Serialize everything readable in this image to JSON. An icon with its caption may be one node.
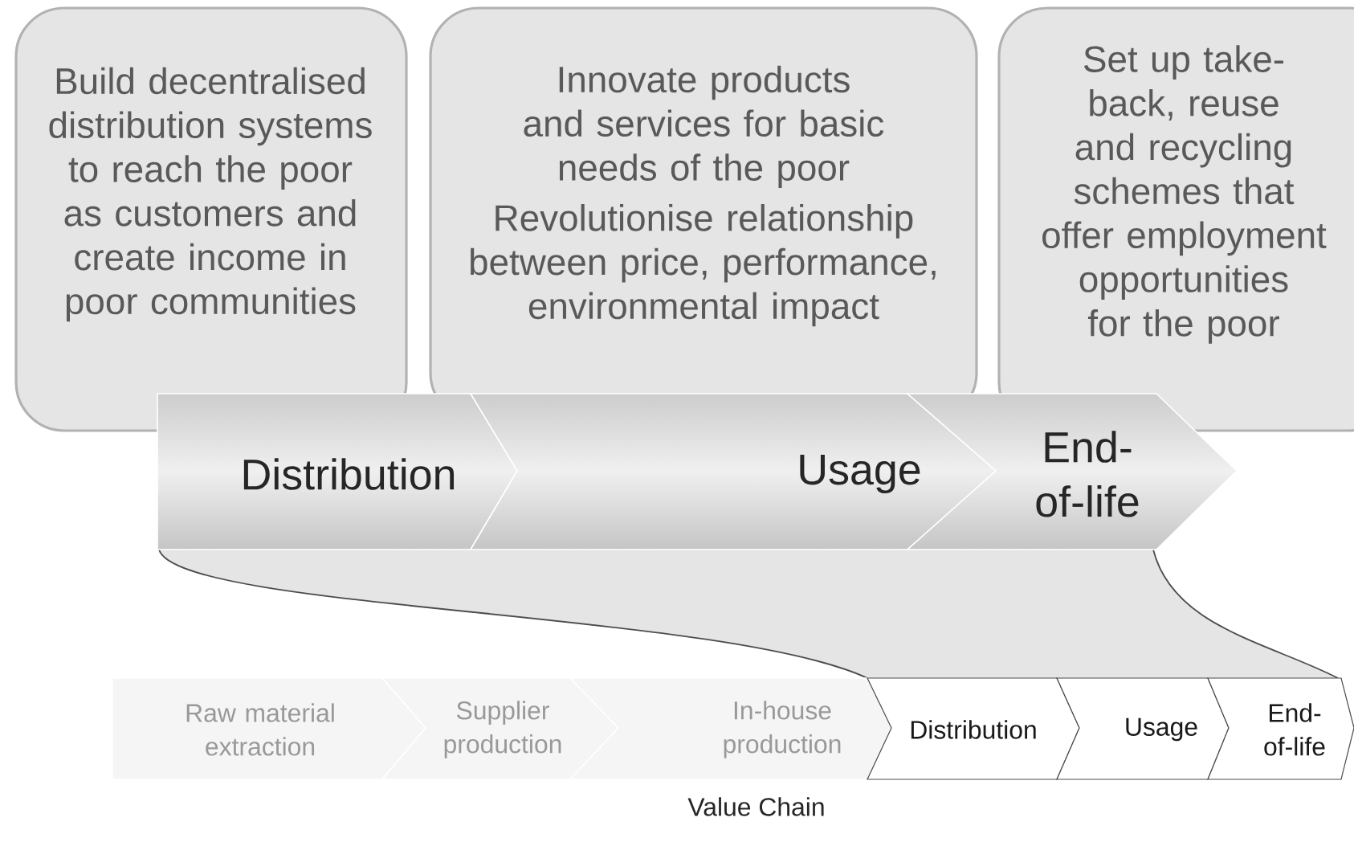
{
  "diagram": {
    "nodes": [
      {
        "text": [
          "Build decentralised distribution systems to reach the poor as customers and create income in poor communities"
        ]
      },
      {
        "text": [
          "Innovate products and services for basic needs of the poor",
          "Revolutionise relationship between price, performance, environmental impact"
        ]
      },
      {
        "text": [
          "Set up take-back, reuse and recycling schemes that offer employment opportunities for the poor"
        ]
      },
      {
        "text": [
          "Distribution"
        ]
      },
      {
        "text": [
          "Usage"
        ]
      },
      {
        "text": [
          "End-of-life"
        ]
      },
      {
        "text": [
          "Raw material extraction"
        ]
      },
      {
        "text": [
          "Supplier production"
        ]
      },
      {
        "text": [
          "In-house production"
        ]
      },
      {
        "text": [
          "Distribution"
        ]
      },
      {
        "text": [
          "Usage"
        ]
      },
      {
        "text": [
          "End-of-life"
        ]
      }
    ],
    "labels": [
      "Value Chain"
    ]
  }
}
